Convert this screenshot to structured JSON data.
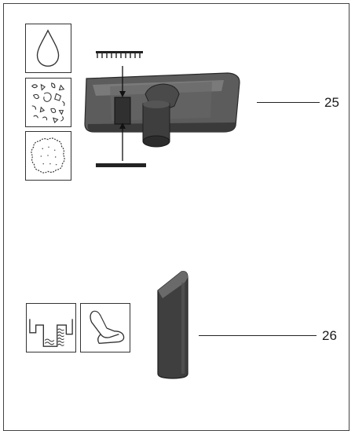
{
  "figure": {
    "callouts": [
      {
        "id": "floor-nozzle",
        "label": "25"
      },
      {
        "id": "crevice-nozzle",
        "label": "26"
      }
    ],
    "surface_icons_top": [
      "water-drop-icon",
      "dry-debris-icon",
      "carpet-icon"
    ],
    "surface_icons_bottom": [
      "crevice-gap-icon",
      "upholstery-seat-icon"
    ],
    "floor_nozzle_modes": [
      "brush-strip-icon",
      "rubber-lip-icon"
    ]
  }
}
